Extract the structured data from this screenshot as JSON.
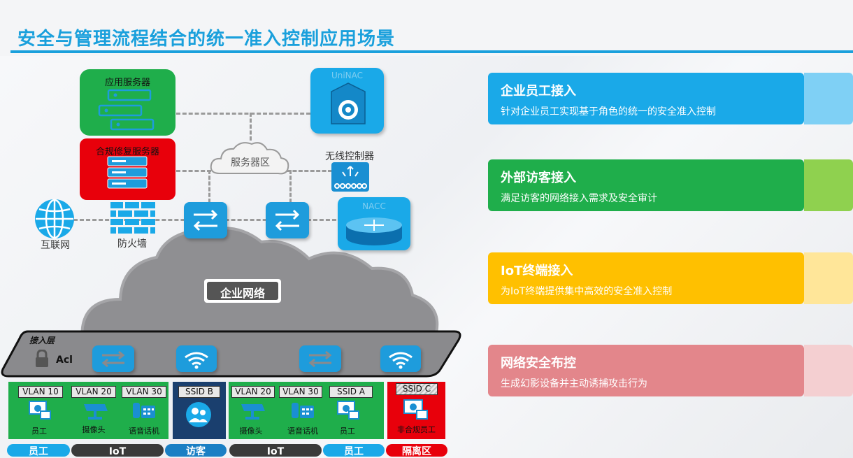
{
  "title": "安全与管理流程结合的统一准入控制应用场景",
  "servers": {
    "app_server": "应用服务器",
    "remediation_server": "合规修复服务器",
    "uninac": "UniNAC",
    "wireless_controller": "无线控制器",
    "server_zone": "服务器区",
    "nacc": "NACC"
  },
  "edge": {
    "internet": "互联网",
    "firewall": "防火墙"
  },
  "network": {
    "enterprise": "企业网络",
    "access_layer": "接入层",
    "acl": "Acl"
  },
  "cards": [
    {
      "heading": "企业员工接入",
      "desc": "针对企业员工实现基于角色的统一的安全准入控制",
      "color": "#1aa9e8",
      "tail": "#7fd0f5"
    },
    {
      "heading": "外部访客接入",
      "desc": "满足访客的网络接入需求及安全审计",
      "color": "#1fae4b",
      "tail": "#8fd14f"
    },
    {
      "heading": "IoT终端接入",
      "desc": "为IoT终端提供集中高效的安全准入控制",
      "color": "#ffc000",
      "tail": "#ffe699"
    },
    {
      "heading": "网络安全布控",
      "desc": "生成幻影设备并主动诱捕攻击行为",
      "color": "#e3868b",
      "tail": "#f4cfd1"
    }
  ],
  "groups": {
    "g1": {
      "tags": [
        "VLAN 10",
        "VLAN 20",
        "VLAN 30"
      ],
      "items": [
        "员工",
        "摄像头",
        "语音话机"
      ]
    },
    "g2": {
      "tags": [
        "SSID B"
      ]
    },
    "g3": {
      "tags": [
        "VLAN 20",
        "VLAN 30",
        "SSID A"
      ],
      "items": [
        "摄像头",
        "语音话机",
        "员工"
      ]
    },
    "g4": {
      "tags": [
        "SSID C"
      ],
      "items": [
        "非合规员工"
      ]
    }
  },
  "bottom_pills": [
    {
      "label": "员工",
      "color": "#1aa9e8"
    },
    {
      "label": "IoT",
      "color": "#3a3a3a"
    },
    {
      "label": "访客",
      "color": "#1a7fc4"
    },
    {
      "label": "IoT",
      "color": "#3a3a3a"
    },
    {
      "label": "员工",
      "color": "#1aa9e8"
    },
    {
      "label": "隔离区",
      "color": "#e8000b"
    }
  ]
}
